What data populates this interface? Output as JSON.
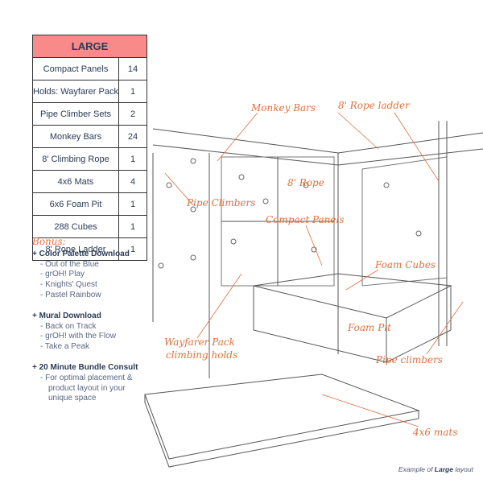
{
  "table": {
    "title": "LARGE",
    "rows": [
      {
        "item": "Compact Panels",
        "qty": "14"
      },
      {
        "item": "Holds: Wayfarer Pack",
        "qty": "1"
      },
      {
        "item": "Pipe Climber Sets",
        "qty": "2"
      },
      {
        "item": "Monkey Bars",
        "qty": "24"
      },
      {
        "item": "8' Climbing Rope",
        "qty": "1"
      },
      {
        "item": "4x6 Mats",
        "qty": "4"
      },
      {
        "item": "6x6 Foam Pit",
        "qty": "1"
      },
      {
        "item": "288 Cubes",
        "qty": "1"
      },
      {
        "item": "8' Rope Ladder",
        "qty": "1"
      }
    ]
  },
  "bonus": {
    "title": "Bonus:",
    "sections": [
      {
        "heading": "+ Color Palette Download",
        "items": [
          "- Out of the Blue",
          "- grOH! Play",
          "- Knights' Quest",
          "- Pastel Rainbow"
        ]
      },
      {
        "heading": "+ Mural Download",
        "items": [
          "- Back on Track",
          "- grOH! with the Flow",
          "- Take a Peak"
        ]
      },
      {
        "heading": "+ 20 Minute Bundle Consult",
        "items": [
          "- For optimal placement &",
          "product layout in your",
          "unique space"
        ]
      }
    ]
  },
  "labels": {
    "monkey_bars": "Monkey Bars",
    "rope_ladder": "8' Rope ladder",
    "rope": "8' Rope",
    "pipe_climbers_left": "Pipe Climbers",
    "compact_panels": "Compact Panels",
    "foam_cubes": "Foam Cubes",
    "foam_pit": "Foam Pit",
    "wayfarer_1": "Wayfarer Pack",
    "wayfarer_2": "climbing holds",
    "pipe_climbers_right": "Pipe climbers",
    "mats": "4x6 mats"
  },
  "caption": {
    "prefix": "Example of ",
    "bold": "Large",
    "suffix": " layout"
  }
}
